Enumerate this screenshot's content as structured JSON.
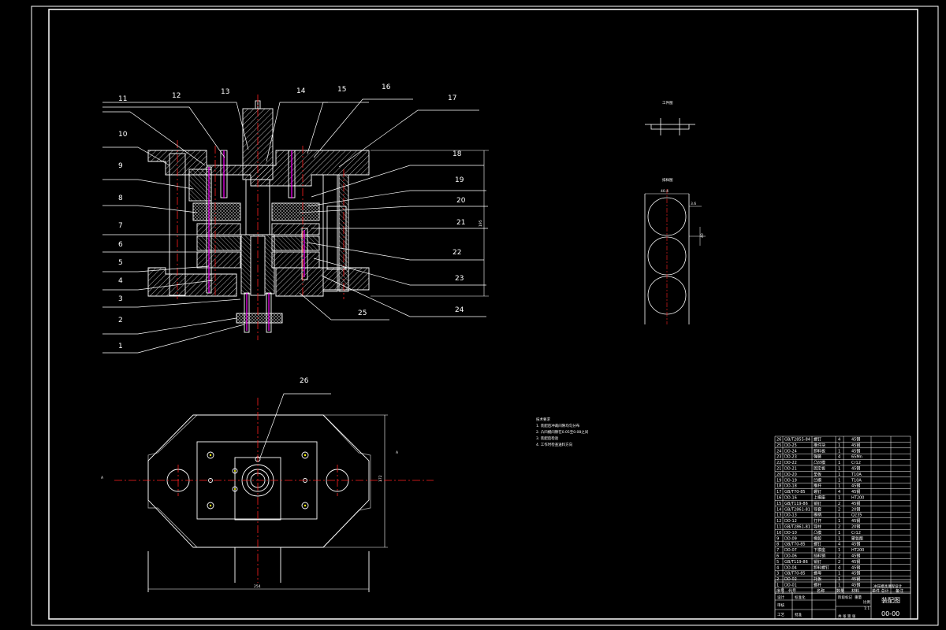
{
  "part_labels": [
    "1",
    "2",
    "3",
    "4",
    "5",
    "6",
    "7",
    "8",
    "9",
    "10",
    "11",
    "12",
    "13",
    "14",
    "15",
    "16",
    "17",
    "18",
    "19",
    "20",
    "21",
    "22",
    "23",
    "24",
    "25",
    "26"
  ],
  "dimensions": {
    "plan_width": "254",
    "strip_width": "40.4",
    "strip_pitch": "40",
    "strip_offset": "3.6",
    "section_height": "195",
    "plan_height": "172"
  },
  "view_marks": {
    "left": "A",
    "right": "A"
  },
  "strip_label": "排样图",
  "part_label": "工件图",
  "notes_title": "技术要求",
  "notes": [
    "1. 装配后冲裁间隙均匀分布",
    "2. 凸凹模间隙在0.05至0.08之间",
    "3. 装配后检验",
    "4. 工作时检查送料方向"
  ],
  "bom": [
    {
      "no": "26",
      "code": "GB/T2855-84",
      "name": "螺钉",
      "qty": "4",
      "mat": "45钢"
    },
    {
      "no": "25",
      "code": "DD-25",
      "name": "推件块",
      "qty": "1",
      "mat": "45钢"
    },
    {
      "no": "24",
      "code": "DD-24",
      "name": "卸料板",
      "qty": "1",
      "mat": "45钢"
    },
    {
      "no": "23",
      "code": "DD-23",
      "name": "弹簧",
      "qty": "4",
      "mat": "65Mn"
    },
    {
      "no": "22",
      "code": "DD-22",
      "name": "凸凹模",
      "qty": "1",
      "mat": "Cr12"
    },
    {
      "no": "21",
      "code": "DD-21",
      "name": "固定板",
      "qty": "1",
      "mat": "45钢"
    },
    {
      "no": "20",
      "code": "DD-20",
      "name": "垫板",
      "qty": "1",
      "mat": "T10A"
    },
    {
      "no": "19",
      "code": "DD-19",
      "name": "凹模",
      "qty": "1",
      "mat": "T10A"
    },
    {
      "no": "18",
      "code": "DD-18",
      "name": "推杆",
      "qty": "1",
      "mat": "45钢"
    },
    {
      "no": "17",
      "code": "GB/T70-85",
      "name": "螺钉",
      "qty": "4",
      "mat": "45钢"
    },
    {
      "no": "16",
      "code": "DD-16",
      "name": "上模座",
      "qty": "1",
      "mat": "HT200"
    },
    {
      "no": "15",
      "code": "GB/T119-86",
      "name": "销钉",
      "qty": "2",
      "mat": "45钢"
    },
    {
      "no": "14",
      "code": "GB/T2861-81",
      "name": "导套",
      "qty": "2",
      "mat": "20钢"
    },
    {
      "no": "13",
      "code": "DD-13",
      "name": "模柄",
      "qty": "1",
      "mat": "Q235"
    },
    {
      "no": "12",
      "code": "DD-12",
      "name": "打杆",
      "qty": "1",
      "mat": "45钢"
    },
    {
      "no": "11",
      "code": "GB/T2861-81",
      "name": "导柱",
      "qty": "2",
      "mat": "20钢"
    },
    {
      "no": "10",
      "code": "DD-10",
      "name": "凸模",
      "qty": "1",
      "mat": "Cr12"
    },
    {
      "no": "9",
      "code": "DD-09",
      "name": "橡胶",
      "qty": "1",
      "mat": "聚氨酯"
    },
    {
      "no": "8",
      "code": "GB/T70-85",
      "name": "螺钉",
      "qty": "4",
      "mat": "45钢"
    },
    {
      "no": "7",
      "code": "DD-07",
      "name": "下模座",
      "qty": "1",
      "mat": "HT200"
    },
    {
      "no": "6",
      "code": "DD-06",
      "name": "挡料销",
      "qty": "2",
      "mat": "45钢"
    },
    {
      "no": "5",
      "code": "GB/T119-86",
      "name": "销钉",
      "qty": "2",
      "mat": "45钢"
    },
    {
      "no": "4",
      "code": "DD-04",
      "name": "卸料螺钉",
      "qty": "4",
      "mat": "45钢"
    },
    {
      "no": "3",
      "code": "GB/T70-85",
      "name": "螺母",
      "qty": "1",
      "mat": "45钢"
    },
    {
      "no": "2",
      "code": "DD-02",
      "name": "托板",
      "qty": "1",
      "mat": "45钢"
    },
    {
      "no": "1",
      "code": "DD-01",
      "name": "螺杆",
      "qty": "1",
      "mat": "45钢"
    }
  ],
  "bom_header": {
    "no": "序号",
    "code": "代号",
    "name": "名称",
    "qty": "数量",
    "mat": "材料",
    "mass": "单件 总计",
    "note": "备注"
  },
  "title_block": {
    "school": "冲压模具课程设计",
    "drawing_title": "装配图",
    "drawing_no": "00-00",
    "scale": "1:1",
    "sheet": "共 张 第 张",
    "stage_label": "阶段标记",
    "weight_label": "重量",
    "scale_label": "比例",
    "designer": "设计",
    "checker": "审核",
    "process": "工艺",
    "standard": "标准化",
    "approve": "批准"
  },
  "colors": {
    "background": "#000000",
    "line": "#ffffff",
    "red": "#ff2020",
    "magenta": "#ff00ff",
    "yellow": "#ffff00",
    "green": "#00ff00"
  }
}
